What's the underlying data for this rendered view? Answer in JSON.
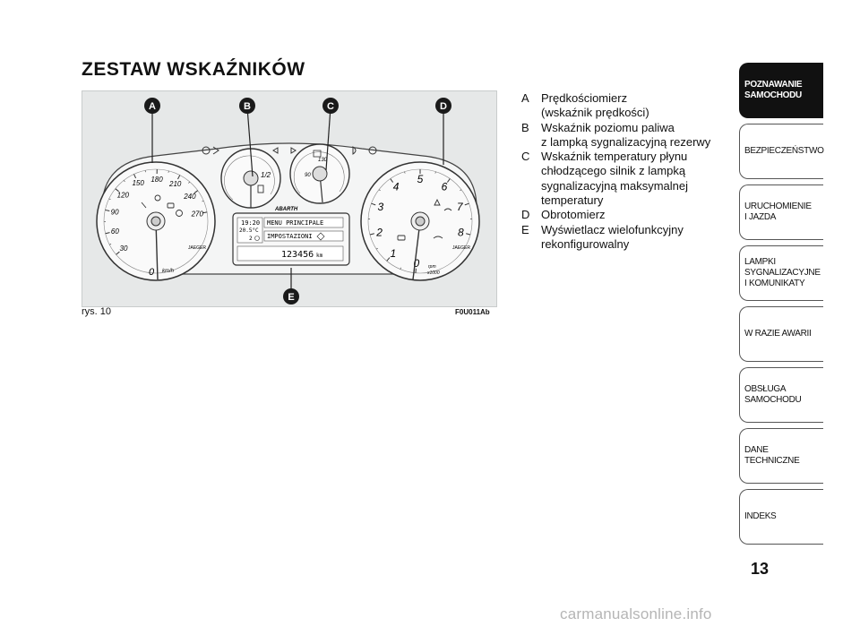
{
  "title": "ZESTAW WSKAŹNIKÓW",
  "figure": {
    "caption": "rys. 10",
    "code": "F0U011Ab",
    "callouts": [
      "A",
      "B",
      "C",
      "D",
      "E"
    ],
    "speedometer": {
      "ticks": [
        "30",
        "60",
        "90",
        "120",
        "150",
        "180",
        "210",
        "240",
        "270"
      ],
      "zero": "0",
      "unit": "km/h",
      "brand": "JAEGER"
    },
    "fuel_gauge": {
      "half": "1/2"
    },
    "temp_gauge": {
      "low": "90",
      "high": "130"
    },
    "tachometer": {
      "ticks": [
        "0",
        "1",
        "2",
        "3",
        "4",
        "5",
        "6",
        "7",
        "8"
      ],
      "unit_rpm": "rpm",
      "unit_scale": "x1000",
      "brand": "JAEGER"
    },
    "display": {
      "badge": "ABARTH",
      "time": "19:20",
      "temp": "20.5°C",
      "gear": "2",
      "menu_line": "MENU PRINCIPALE",
      "submenu_line": "IMPOSTAZIONI",
      "odometer": "123456",
      "odometer_unit": "km"
    }
  },
  "legend": [
    {
      "letter": "A",
      "lines": [
        "Prędkościomierz",
        "(wskaźnik prędkości)"
      ]
    },
    {
      "letter": "B",
      "lines": [
        "Wskaźnik poziomu paliwa",
        "z lampką sygnalizacyjną rezerwy"
      ]
    },
    {
      "letter": "C",
      "lines": [
        "Wskaźnik temperatury płynu",
        "chłodzącego silnik z lampką",
        "sygnalizacyjną maksymalnej",
        "temperatury"
      ]
    },
    {
      "letter": "D",
      "lines": [
        "Obrotomierz"
      ]
    },
    {
      "letter": "E",
      "lines": [
        "Wyświetlacz wielofunkcyjny",
        "rekonfigurowalny"
      ]
    }
  ],
  "sidebar": [
    {
      "label": "POZNAWANIE\nSAMOCHODU",
      "active": true
    },
    {
      "label": "BEZPIECZEŃSTWO",
      "active": false
    },
    {
      "label": "URUCHOMIENIE\nI JAZDA",
      "active": false
    },
    {
      "label": "LAMPKI\nSYGNALIZACYJNE\nI KOMUNIKATY",
      "active": false
    },
    {
      "label": "W RAZIE AWARII",
      "active": false
    },
    {
      "label": "OBSŁUGA\nSAMOCHODU",
      "active": false
    },
    {
      "label": "DANE\nTECHNICZNE",
      "active": false
    },
    {
      "label": "INDEKS",
      "active": false
    }
  ],
  "page_number": "13",
  "watermark": "carmanualsonline.info"
}
